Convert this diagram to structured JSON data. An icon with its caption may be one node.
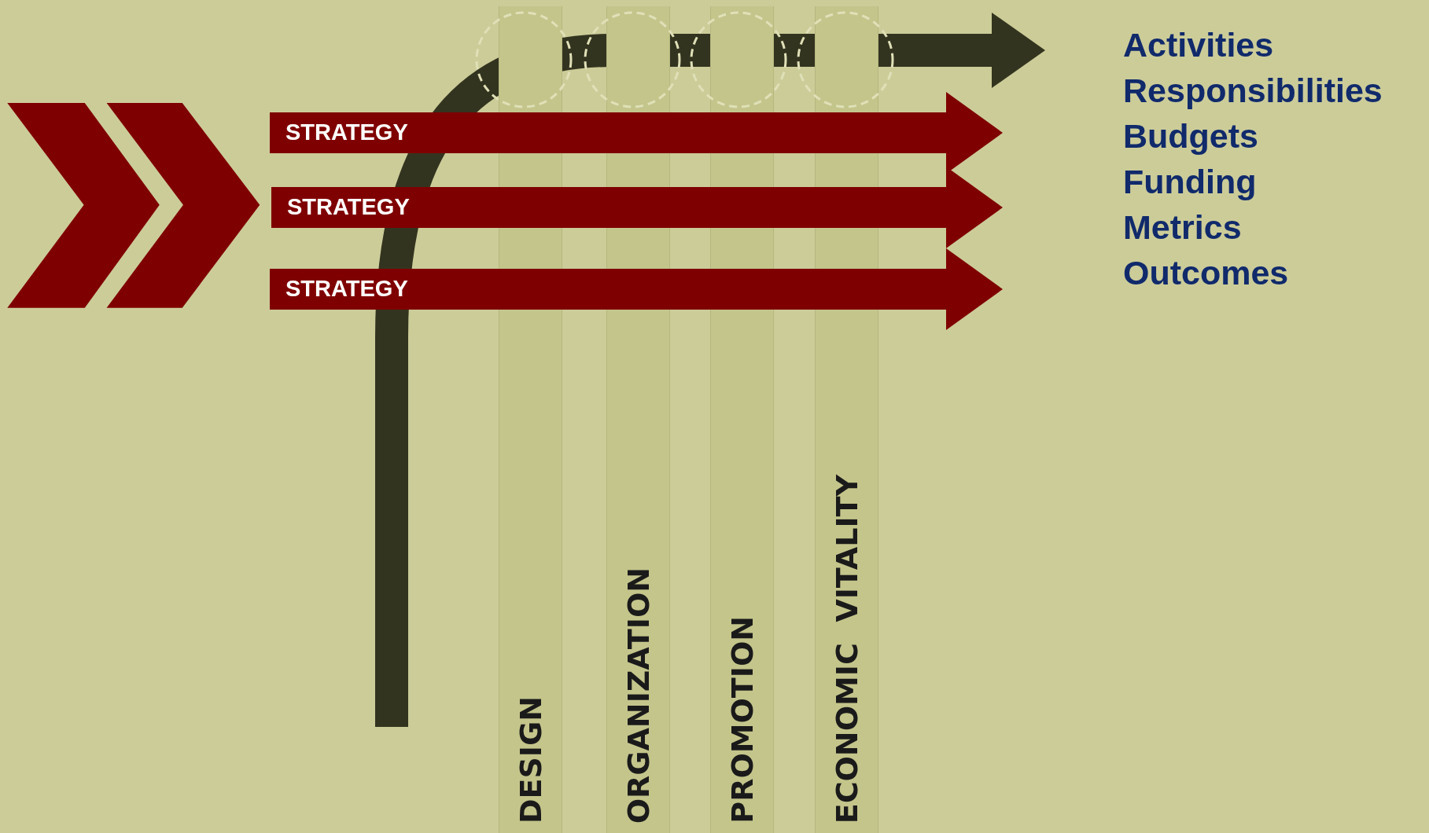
{
  "diagram": {
    "nodes": [
      {
        "text": [
          "STRATEGY"
        ]
      },
      {
        "text": [
          "STRATEGY"
        ]
      },
      {
        "text": [
          "STRATEGY"
        ]
      },
      {
        "text": [
          "DESIGN"
        ]
      },
      {
        "text": [
          "ORGANIZATION"
        ]
      },
      {
        "text": [
          "PROMOTION"
        ]
      },
      {
        "text": [
          "ECONOMIC  VITALITY"
        ]
      }
    ],
    "labels": [
      "Activities",
      "Responsibilities",
      "Budgets",
      "Funding",
      "Metrics",
      "Outcomes"
    ]
  }
}
